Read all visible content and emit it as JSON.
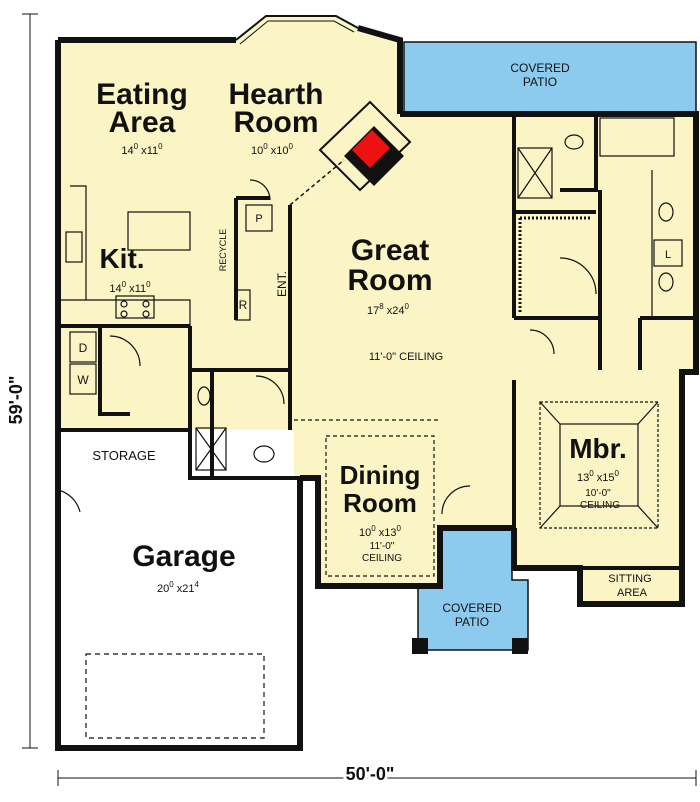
{
  "rooms": {
    "eating_area": {
      "name_line1": "Eating",
      "name_line2": "Area",
      "dim_width": "14",
      "dim_width_sup": "0",
      "dim_height": "11",
      "dim_height_sup": "0"
    },
    "hearth_room": {
      "name_line1": "Hearth",
      "name_line2": "Room",
      "dim_width": "10",
      "dim_width_sup": "0",
      "dim_height": "10",
      "dim_height_sup": "0"
    },
    "kitchen": {
      "name": "Kit.",
      "dim_width": "14",
      "dim_width_sup": "0",
      "dim_height": "11",
      "dim_height_sup": "0"
    },
    "great_room": {
      "name_line1": "Great",
      "name_line2": "Room",
      "dim_width": "17",
      "dim_width_sup": "8",
      "dim_height": "24",
      "dim_height_sup": "0",
      "ceiling": "11'-0\" CEILING"
    },
    "dining_room": {
      "name_line1": "Dining",
      "name_line2": "Room",
      "dim_width": "10",
      "dim_width_sup": "0",
      "dim_height": "13",
      "dim_height_sup": "0",
      "ceiling_line1": "11'-0\"",
      "ceiling_line2": "CEILING"
    },
    "master": {
      "name": "Mbr.",
      "dim_width": "13",
      "dim_width_sup": "0",
      "dim_height": "15",
      "dim_height_sup": "0",
      "ceiling_line1": "10'-0\"",
      "ceiling_line2": "CEILING"
    },
    "garage": {
      "name": "Garage",
      "dim_width": "20",
      "dim_width_sup": "0",
      "dim_height": "21",
      "dim_height_sup": "4"
    },
    "sitting_area": {
      "line1": "SITTING",
      "line2": "AREA"
    },
    "storage": {
      "name": "STORAGE"
    }
  },
  "labels": {
    "covered_patio_rear_line1": "COVERED",
    "covered_patio_rear_line2": "PATIO",
    "covered_patio_front_line1": "COVERED",
    "covered_patio_front_line2": "PATIO",
    "recycle": "RECYCLE",
    "entry": "ENT.",
    "pantry": "P",
    "refrigerator": "R",
    "dryer": "D",
    "washer": "W",
    "linen": "L"
  },
  "dimensions": {
    "overall_width": "50'-0\"",
    "overall_depth": "59'-0\""
  },
  "colors": {
    "floor": "#fbf4c4",
    "garage": "#ffffff",
    "patio": "#8ccbed",
    "fireplace": "#ee1111",
    "wall": "#111111"
  }
}
